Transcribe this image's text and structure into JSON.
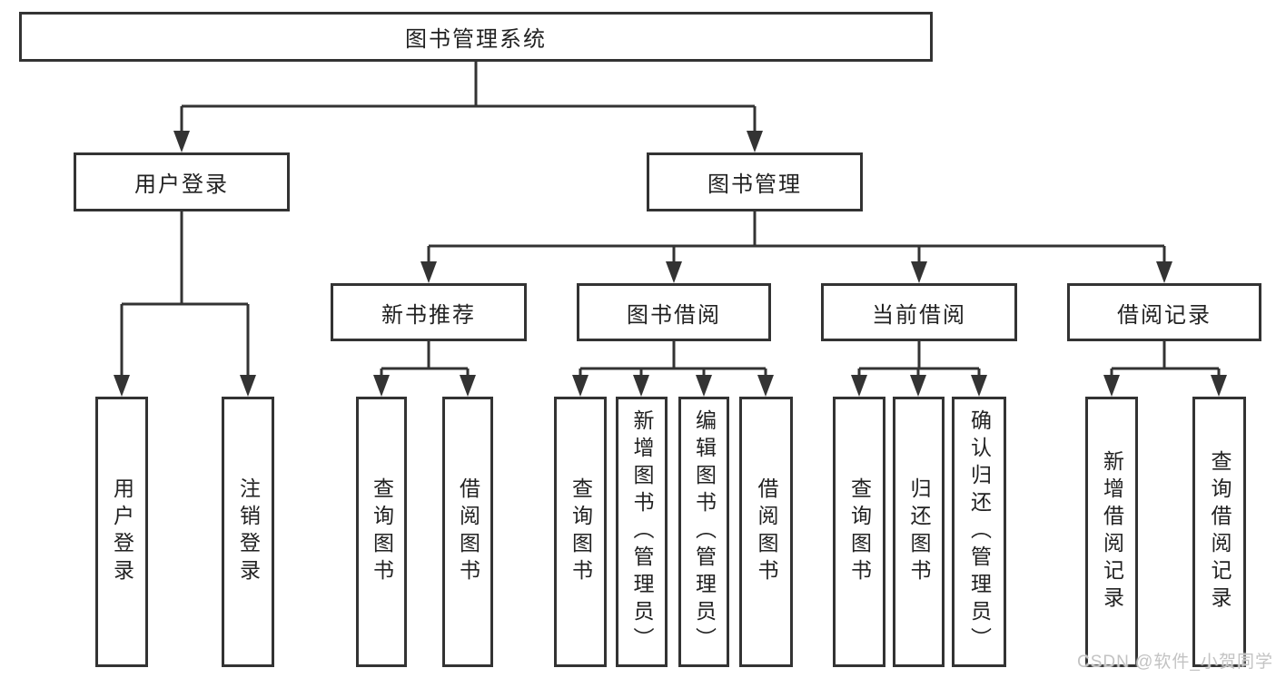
{
  "diagram_title": "图书管理系统",
  "colors": {
    "line": "#333333",
    "box_border": "#333333",
    "text": "#222222",
    "background": "#ffffff",
    "watermark": "#c3c3c3"
  },
  "nodes": {
    "root": {
      "label": "图书管理系统"
    },
    "user_login": {
      "label": "用户登录"
    },
    "book_mgmt": {
      "label": "图书管理"
    },
    "new_books": {
      "label": "新书推荐"
    },
    "book_borrow": {
      "label": "图书借阅"
    },
    "current_borrow": {
      "label": "当前借阅"
    },
    "borrow_records": {
      "label": "借阅记录"
    },
    "leaf_user_login": {
      "label": "用户登录"
    },
    "leaf_logout": {
      "label": "注销登录"
    },
    "leaf_nb_query": {
      "label": "查询图书"
    },
    "leaf_nb_borrow": {
      "label": "借阅图书"
    },
    "leaf_bb_query": {
      "label": "查询图书"
    },
    "leaf_bb_add": {
      "label": "新增图书（管理员）"
    },
    "leaf_bb_edit": {
      "label": "编辑图书（管理员）"
    },
    "leaf_bb_borrow": {
      "label": "借阅图书"
    },
    "leaf_cb_query": {
      "label": "查询图书"
    },
    "leaf_cb_return": {
      "label": "归还图书"
    },
    "leaf_cb_confirm": {
      "label": "确认归还（管理员）"
    },
    "leaf_br_add": {
      "label": "新增借阅记录"
    },
    "leaf_br_query": {
      "label": "查询借阅记录"
    }
  },
  "hierarchy": {
    "图书管理系统": {
      "用户登录": [
        "用户登录",
        "注销登录"
      ],
      "图书管理": {
        "新书推荐": [
          "查询图书",
          "借阅图书"
        ],
        "图书借阅": [
          "查询图书",
          "新增图书（管理员）",
          "编辑图书（管理员）",
          "借阅图书"
        ],
        "当前借阅": [
          "查询图书",
          "归还图书",
          "确认归还（管理员）"
        ],
        "借阅记录": [
          "新增借阅记录",
          "查询借阅记录"
        ]
      }
    }
  },
  "watermark": {
    "text": "CSDN @软件_小贺同学"
  }
}
